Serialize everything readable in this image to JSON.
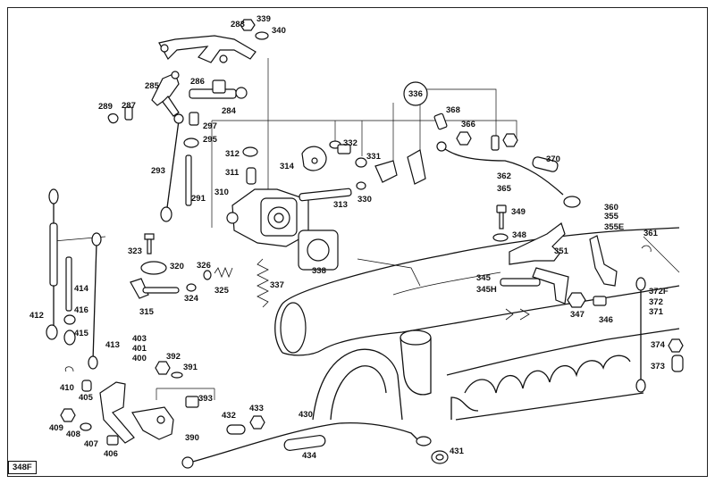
{
  "figure_code": "348F",
  "callouts": [
    {
      "id": "c283",
      "text": "283"
    },
    {
      "id": "c339",
      "text": "339"
    },
    {
      "id": "c340",
      "text": "340"
    },
    {
      "id": "c285",
      "text": "285"
    },
    {
      "id": "c286",
      "text": "286"
    },
    {
      "id": "c284",
      "text": "284"
    },
    {
      "id": "c289",
      "text": "289"
    },
    {
      "id": "c287",
      "text": "287"
    },
    {
      "id": "c297",
      "text": "297"
    },
    {
      "id": "c295",
      "text": "295"
    },
    {
      "id": "c293",
      "text": "293"
    },
    {
      "id": "c291",
      "text": "291"
    },
    {
      "id": "c312",
      "text": "312"
    },
    {
      "id": "c311",
      "text": "311"
    },
    {
      "id": "c310",
      "text": "310"
    },
    {
      "id": "c314",
      "text": "314"
    },
    {
      "id": "c332",
      "text": "332"
    },
    {
      "id": "c331",
      "text": "331"
    },
    {
      "id": "c330",
      "text": "330"
    },
    {
      "id": "c313",
      "text": "313"
    },
    {
      "id": "c336",
      "text": "336"
    },
    {
      "id": "c368",
      "text": "368"
    },
    {
      "id": "c366",
      "text": "366"
    },
    {
      "id": "c370",
      "text": "370"
    },
    {
      "id": "c362",
      "text": "362"
    },
    {
      "id": "c365",
      "text": "365"
    },
    {
      "id": "c360",
      "text": "360"
    },
    {
      "id": "c355",
      "text": "355"
    },
    {
      "id": "c355E",
      "text": "355E"
    },
    {
      "id": "c349",
      "text": "349"
    },
    {
      "id": "c348",
      "text": "348"
    },
    {
      "id": "c351",
      "text": "351"
    },
    {
      "id": "c361",
      "text": "361"
    },
    {
      "id": "c323",
      "text": "323"
    },
    {
      "id": "c320",
      "text": "320"
    },
    {
      "id": "c326",
      "text": "326"
    },
    {
      "id": "c325",
      "text": "325"
    },
    {
      "id": "c337",
      "text": "337"
    },
    {
      "id": "c338",
      "text": "338"
    },
    {
      "id": "c315",
      "text": "315"
    },
    {
      "id": "c324",
      "text": "324"
    },
    {
      "id": "c414",
      "text": "414"
    },
    {
      "id": "c416",
      "text": "416"
    },
    {
      "id": "c415",
      "text": "415"
    },
    {
      "id": "c412",
      "text": "412"
    },
    {
      "id": "c413",
      "text": "413"
    },
    {
      "id": "c345",
      "text": "345"
    },
    {
      "id": "c345H",
      "text": "345H"
    },
    {
      "id": "c347",
      "text": "347"
    },
    {
      "id": "c346",
      "text": "346"
    },
    {
      "id": "c372F",
      "text": "372F"
    },
    {
      "id": "c372",
      "text": "372"
    },
    {
      "id": "c371",
      "text": "371"
    },
    {
      "id": "c374",
      "text": "374"
    },
    {
      "id": "c373",
      "text": "373"
    },
    {
      "id": "c403",
      "text": "403"
    },
    {
      "id": "c401",
      "text": "401"
    },
    {
      "id": "c400",
      "text": "400"
    },
    {
      "id": "c392",
      "text": "392"
    },
    {
      "id": "c391",
      "text": "391"
    },
    {
      "id": "c410",
      "text": "410"
    },
    {
      "id": "c405",
      "text": "405"
    },
    {
      "id": "c393",
      "text": "393"
    },
    {
      "id": "c409",
      "text": "409"
    },
    {
      "id": "c408",
      "text": "408"
    },
    {
      "id": "c407",
      "text": "407"
    },
    {
      "id": "c406",
      "text": "406"
    },
    {
      "id": "c390",
      "text": "390"
    },
    {
      "id": "c432",
      "text": "432"
    },
    {
      "id": "c433",
      "text": "433"
    },
    {
      "id": "c430",
      "text": "430"
    },
    {
      "id": "c434",
      "text": "434"
    },
    {
      "id": "c431",
      "text": "431"
    }
  ]
}
